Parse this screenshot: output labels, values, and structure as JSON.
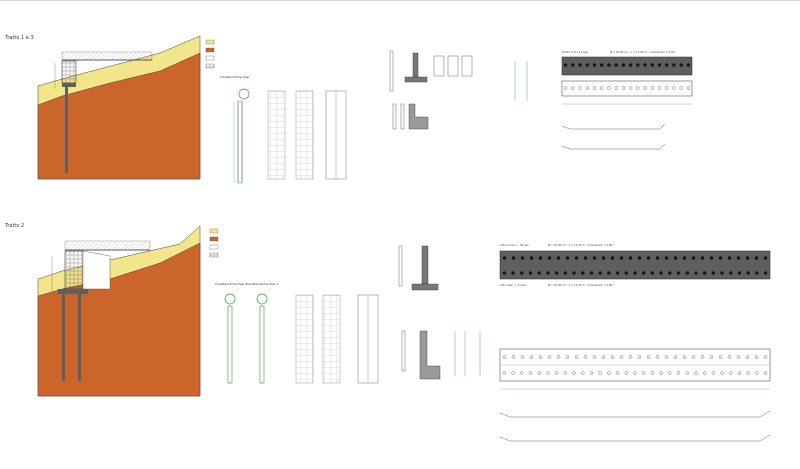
{
  "sections": [
    {
      "title": "Tratto 1 e 3",
      "pile_caption": "Caratteristiche Palo",
      "legend": [
        "",
        "",
        "",
        "",
        "",
        ""
      ],
      "beam_caption_top": "Tratto: 2 Ø x 14 pali",
      "beam_caption_row": "Ø = 40,00 cm - L = 15,00 m - Inclinazione = 0,00 °"
    },
    {
      "title": "Tratto 2",
      "pile_caption_a": "Caratteristiche Palo 1",
      "pile_caption_b": "Caratteristiche Palo 2",
      "legend": [
        "",
        "",
        "",
        "",
        "",
        ""
      ],
      "beam_caption_top": "Lato monte: n. 30 pali",
      "beam_caption_row_top": "Ø = 40,00 cm - L = 15,00 m - Inclinazione = 0,00 °",
      "beam_caption_bottom": "Lato valle: n. 31 pali",
      "beam_caption_row_bottom": "Ø = 40,00 cm - L = 15,00 m - Inclinazione = 0,00 °"
    }
  ],
  "colors": {
    "soil": "#cc6529",
    "sand": "#f3e58a",
    "concrete": "#5f5f5f",
    "rebar": "#3a9a3a",
    "dimension": "#1f8fb5",
    "line": "#444444"
  }
}
